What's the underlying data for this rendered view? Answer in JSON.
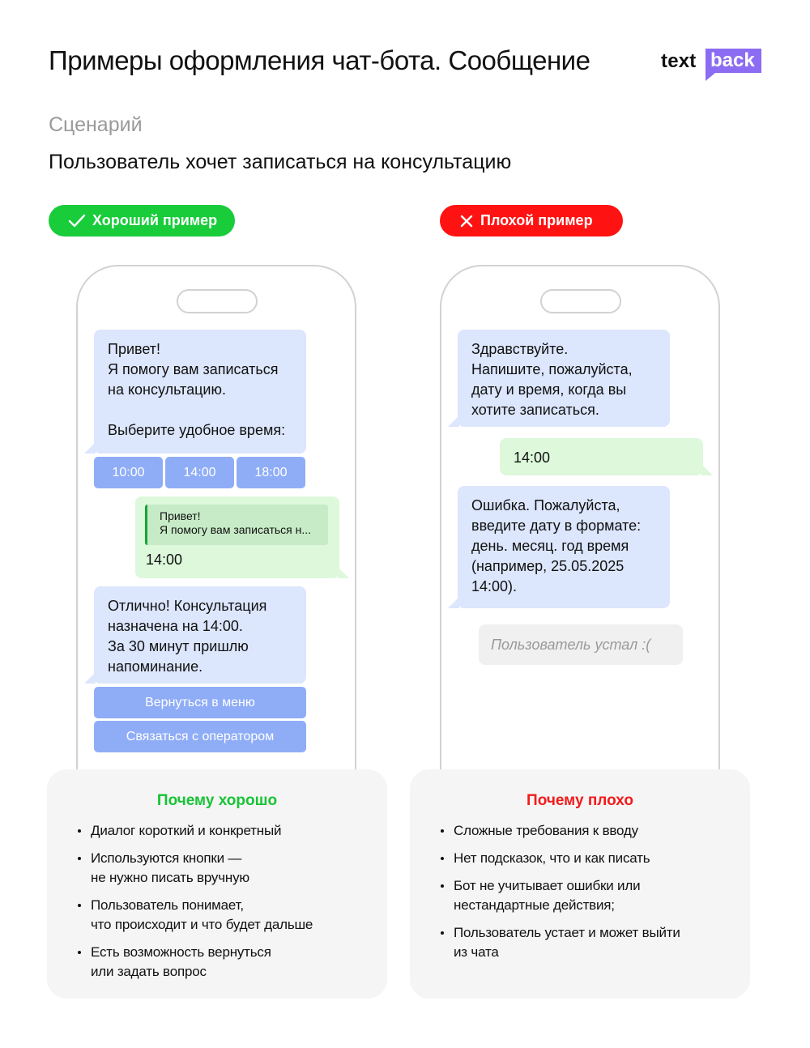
{
  "header": {
    "title": "Примеры оформления чат-бота. Сообщение",
    "logo_text": "text",
    "logo_box_text": "back"
  },
  "scenario": {
    "label": "Сценарий",
    "text": "Пользователь хочет записаться на консультацию"
  },
  "badges": {
    "good": "Хороший пример",
    "bad": "Плохой пример",
    "good_icon": "check-icon",
    "bad_icon": "cross-icon"
  },
  "colors": {
    "good": "#18cc3a",
    "bad": "#ff1212",
    "bot_bubble": "#dce6fc",
    "user_bubble": "#ddf8db",
    "button": "#8fadf7",
    "logo": "#8b6cf2"
  },
  "good_chat": {
    "bot_message_1": "Привет!\nЯ помогу вам записаться на консультацию.\n\nВыберите удобное время:",
    "time_buttons": [
      "10:00",
      "14:00",
      "18:00"
    ],
    "reply_quote": "Привет!\nЯ помогу вам записаться н...",
    "user_message": "14:00",
    "bot_message_2": "Отлично! Консультация назначена на 14:00.\nЗа 30 минут пришлю напоминание.",
    "menu_button": "Вернуться в меню",
    "operator_button": "Связаться с оператором"
  },
  "bad_chat": {
    "bot_message_1": "Здравствуйте.\nНапишите, пожалуйста, дату и время, когда вы хотите записаться.",
    "user_message": "14:00",
    "bot_message_2": "Ошибка. Пожалуйста, введите дату в формате: день. месяц. год время (например, 25.05.2025 14:00).",
    "tired_note": "Пользователь устал :("
  },
  "why_good": {
    "title": "Почему хорошо",
    "items": [
      "Диалог короткий и конкретный",
      "Используются кнопки —\nне нужно писать вручную",
      "Пользователь понимает,\nчто происходит и что будет дальше",
      "Есть возможность вернуться\nили задать вопрос"
    ]
  },
  "why_bad": {
    "title": "Почему плохо",
    "items": [
      "Сложные требования к вводу",
      "Нет подсказок, что и как писать",
      "Бот не учитывает ошибки или\nнестандартные действия;",
      "Пользователь устает и может выйти\nиз чата"
    ]
  }
}
